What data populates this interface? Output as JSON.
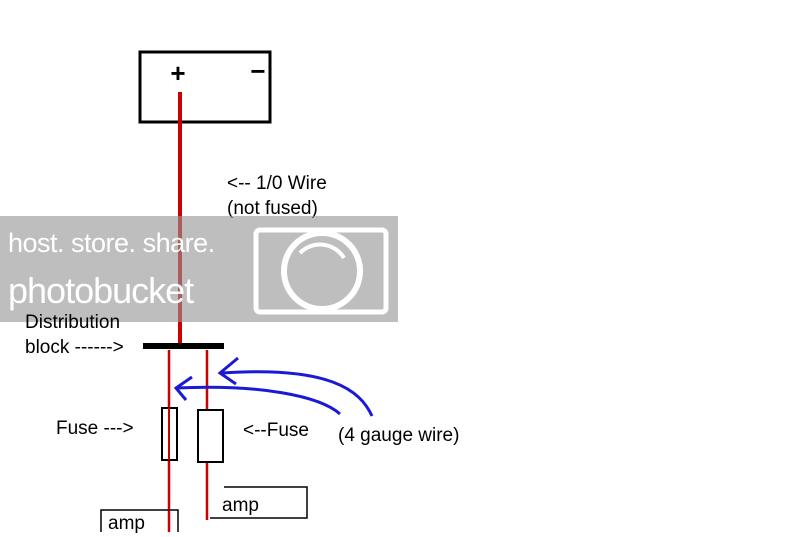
{
  "battery": {
    "positive_symbol": "+",
    "negative_symbol": "−"
  },
  "labels": {
    "main_wire_line1": "<-- 1/0 Wire",
    "main_wire_line2": "(not fused)",
    "distribution_line1": "Distribution",
    "distribution_line2": "block ------>",
    "fuse_left": "Fuse --->",
    "fuse_right": "<--Fuse",
    "gauge_wire": "(4 gauge wire)",
    "amp_left": "amp",
    "amp_right": "amp"
  },
  "watermark": {
    "line1": "host. store. share.",
    "line2": "photobucket"
  },
  "colors": {
    "wire": "#cc0000",
    "annotation_arrow": "#1a1ad6",
    "outline": "#000000",
    "watermark_band": "#969696"
  }
}
